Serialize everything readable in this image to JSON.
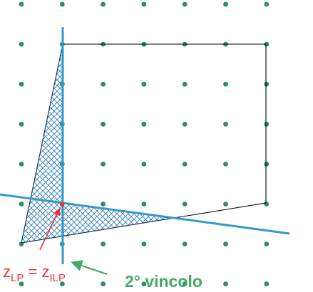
{
  "colors": {
    "grid_dot": "#2e8b6e",
    "frame": "#000000",
    "hatch": "#2a7ab8",
    "constraint_line": "#3399cc",
    "red": "#ee3333",
    "green": "#44aa66",
    "dark_line": "#1e3a5a"
  },
  "labels": {
    "z_left": "z",
    "sub_left": "LP",
    "equals": " = ",
    "z_right": "z",
    "sub_right": "ILP",
    "constraint": "2° vincolo"
  },
  "icons": {
    "red_arrow": "arrow-up-right-icon",
    "green_arrow": "arrow-left-icon"
  }
}
